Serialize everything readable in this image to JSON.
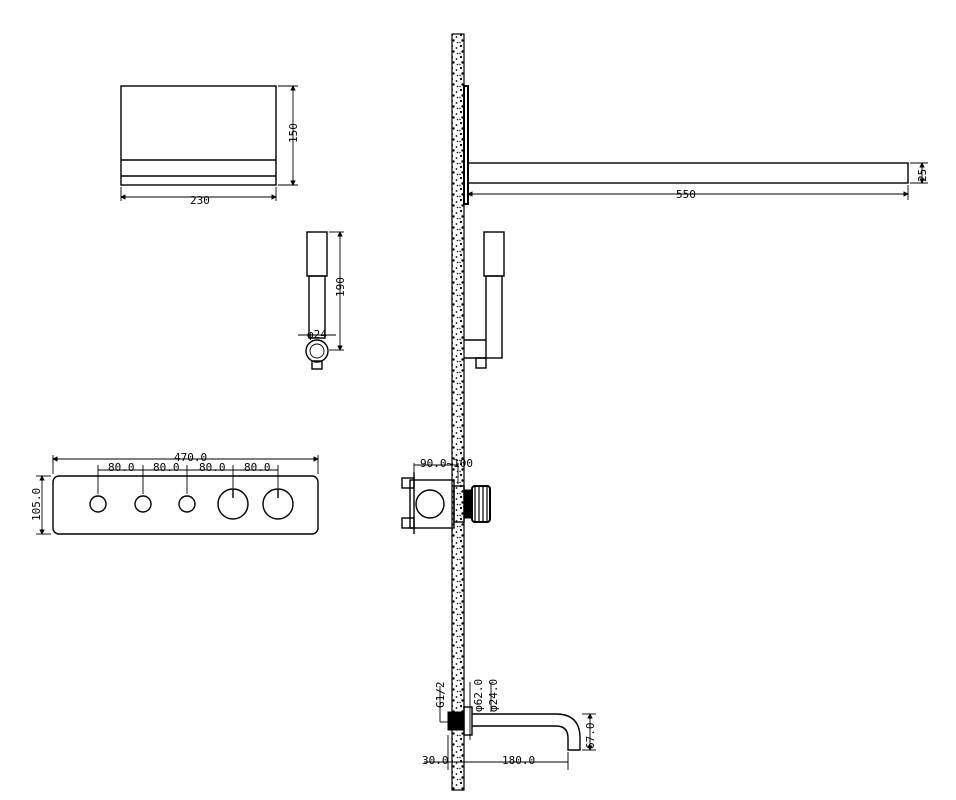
{
  "dimensions": {
    "shower_head_height": "150",
    "shower_head_width": "230",
    "shower_arm_thickness": "25",
    "shower_arm_length": "550",
    "hand_shower_length": "190",
    "hand_shower_diameter": "φ24",
    "panel_total_width": "470.0",
    "panel_height": "105.0",
    "knob_spacing_1": "80.0",
    "knob_spacing_2": "80.0",
    "knob_spacing_3": "80.0",
    "knob_spacing_4": "80.0",
    "valve_depth_range": "90.0~100",
    "spout_thread": "G1/2",
    "spout_flange_diameter": "φ62.0",
    "spout_pipe_diameter": "φ24.0",
    "spout_drop": "67.0",
    "spout_wall_offset": "30.0",
    "spout_projection": "180.0"
  }
}
